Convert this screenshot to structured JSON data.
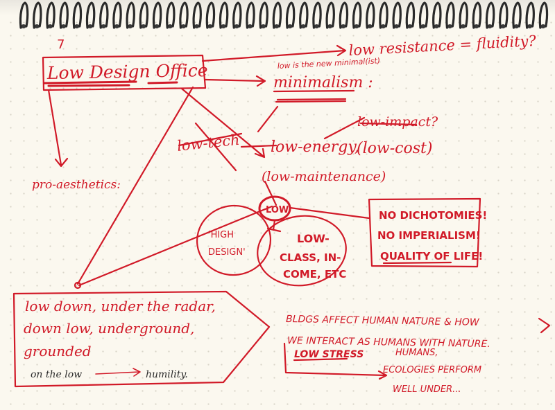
{
  "colors": {
    "ink": "#d11a28",
    "paper": "#fbf8ef",
    "spiral": "#2a2a2a"
  },
  "marks": {
    "top_left_scribble": "7"
  },
  "nodes": {
    "title": "Low Design Office",
    "low_resistance": "low resistance = fluidity?",
    "low_is_new": "low is the new minimal(ist)",
    "minimalism": "minimalism :",
    "low_impact": "low-impact?",
    "low_tech": "low-tech",
    "low_energy": "low-energy,",
    "low_cost": "(low-cost)",
    "low_maintenance": "(low-maintenance)",
    "pro_aesthetics": "pro-aesthetics:",
    "low_circle": "LOW",
    "high_design": [
      "'HIGH",
      "DESIGN'"
    ],
    "low_class": [
      "LOW-",
      "CLASS, IN-",
      "COME, ETC"
    ],
    "no_dichotomies": [
      "NO DICHOTOMIES!",
      "NO IMPERIALISM!",
      "QUALITY OF LIFE!"
    ],
    "low_down": [
      "low down, under the radar,",
      "down low, underground,",
      "grounded"
    ],
    "on_the_low": "on the low",
    "humility": "humility.",
    "bldgs": [
      "BLDGS AFFECT HUMAN NATURE & HOW",
      "WE INTERACT AS HUMANS WITH NATURE."
    ],
    "low_stress": "LOW STRESS",
    "humans_perform": [
      "HUMANS,",
      "ECOLOGIES PERFORM",
      "WELL UNDER..."
    ]
  }
}
